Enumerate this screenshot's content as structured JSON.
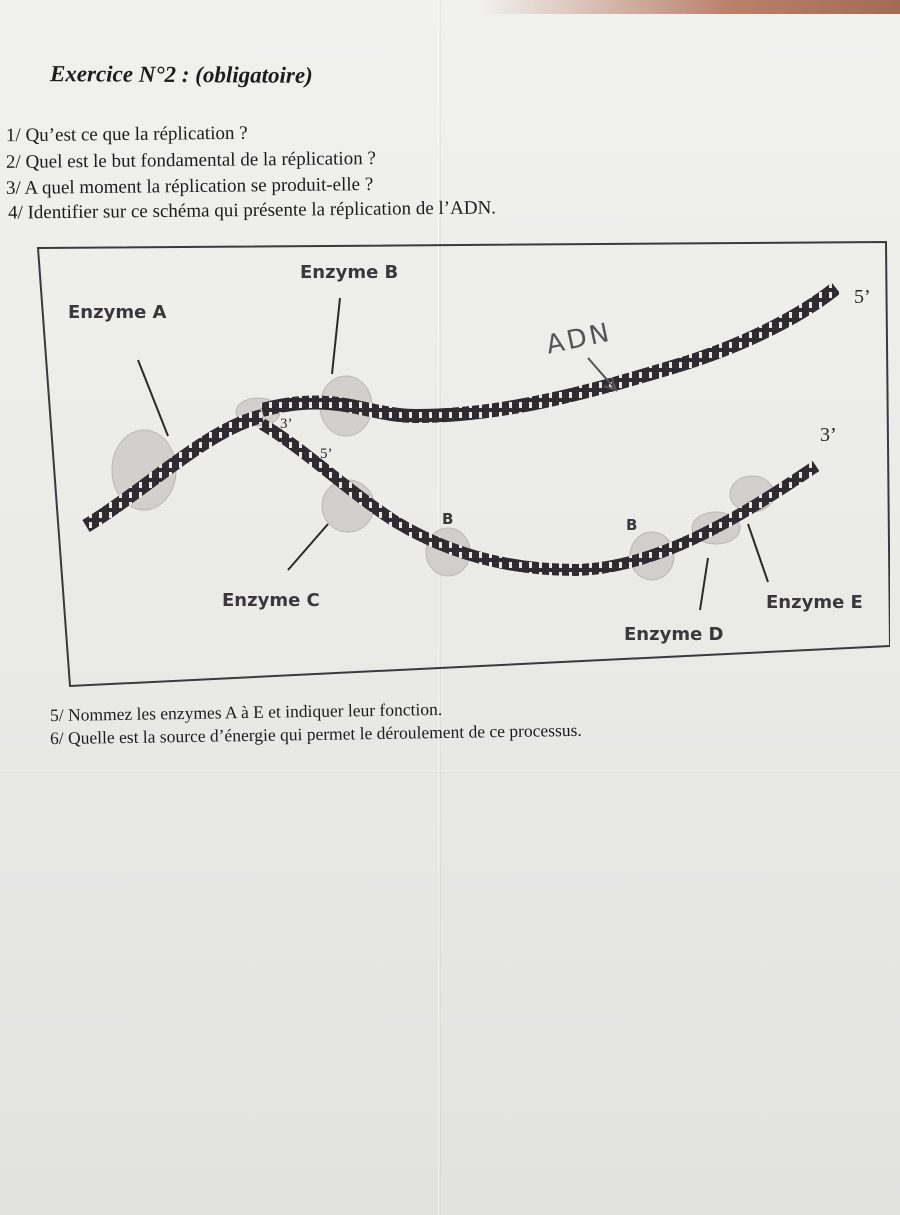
{
  "exercise": {
    "title": "Exercice N°2 : (obligatoire)",
    "questions": [
      "1/ Qu’est ce que la réplication ?",
      "2/ Quel est le but fondamental de la réplication ?",
      "3/ A quel moment la réplication se produit-elle ?",
      "4/ Identifier sur ce schéma qui présente la réplication de l’ADN.",
      "5/ Nommez les enzymes A à E et indiquer leur fonction.",
      "6/ Quelle est la source d’énergie qui permet le déroulement de ce processus."
    ]
  },
  "figure": {
    "labels": {
      "enzyme_a": "Enzyme A",
      "enzyme_b": "Enzyme B",
      "enzyme_c": "Enzyme C",
      "enzyme_d": "Enzyme D",
      "enzyme_e": "Enzyme E",
      "b_left": "B",
      "b_right": "B",
      "handwritten": "ADN"
    },
    "ends": {
      "top_right": "5’",
      "lower_right": "3’",
      "fork_top": "3’",
      "fork_bottom": "5’"
    }
  },
  "colors": {
    "strand": "#2e2c30",
    "protein": "#c9c7c5",
    "frame": "#3b393d"
  }
}
